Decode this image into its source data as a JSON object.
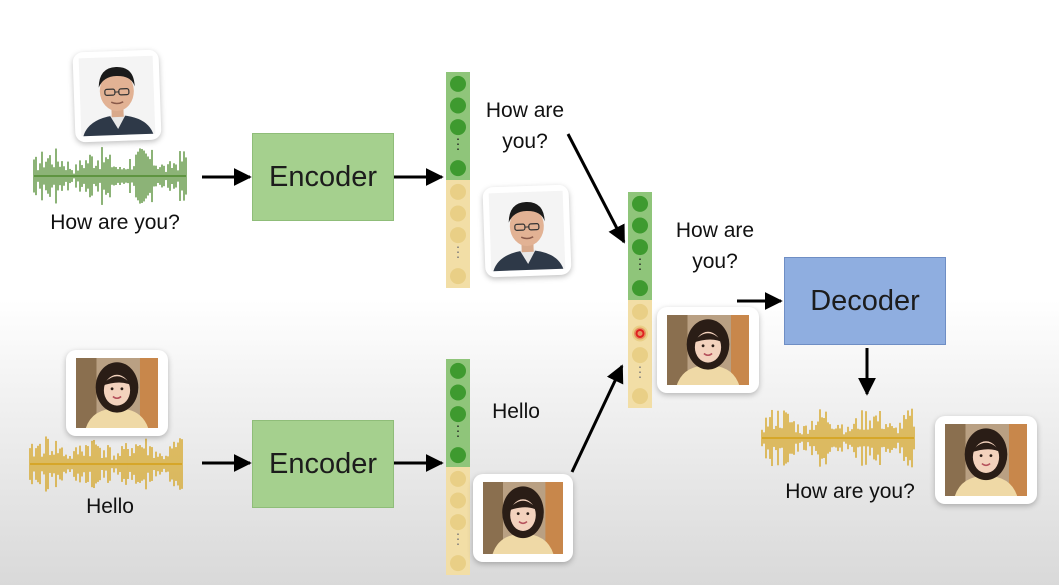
{
  "encoder_top": {
    "label": "Encoder"
  },
  "encoder_bottom": {
    "label": "Encoder"
  },
  "decoder": {
    "label": "Decoder"
  },
  "captions": {
    "input_speaker_a": "How are you?",
    "input_speaker_b": "Hello",
    "content_top": [
      "How are",
      "you?"
    ],
    "content_bottom": "Hello",
    "content_combined": [
      "How are",
      "you?"
    ],
    "output": "How are you?"
  },
  "colors": {
    "content_vector": "#8fc57a",
    "content_dot": "#3e9a2f",
    "speaker_vector": "#f2dea6",
    "speaker_dot": "#e9cf86",
    "waveform_green": "#4f8a2e",
    "waveform_gold": "#d4a017",
    "encoder_fill": "#a5d08e",
    "decoder_fill": "#8faee0",
    "highlight": "#e02020"
  },
  "icons": [
    "man-portrait-icon",
    "woman-portrait-icon",
    "waveform-icon",
    "arrow-icon"
  ]
}
